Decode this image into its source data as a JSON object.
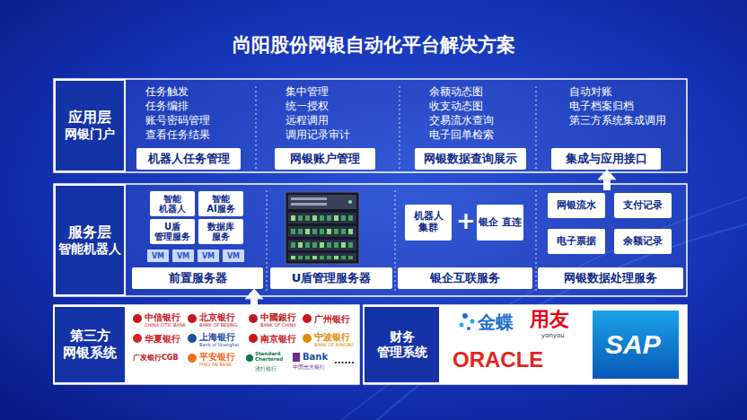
{
  "diagram": {
    "title": "尚阳股份网银自动化平台解决方案",
    "nodes": [
      {
        "text": [
          "应用层",
          "网银门户"
        ]
      },
      {
        "text": [
          "机器人任务管理"
        ]
      },
      {
        "text": [
          "网银账户管理"
        ]
      },
      {
        "text": [
          "网银数据查询展示"
        ]
      },
      {
        "text": [
          "集成与应用接口"
        ]
      },
      {
        "text": [
          "服务层",
          "智能机器人"
        ]
      },
      {
        "text": [
          "前置服务器"
        ]
      },
      {
        "text": [
          "智能 机器人"
        ],
        "in": 6
      },
      {
        "text": [
          "智能 AI服务"
        ],
        "in": 6
      },
      {
        "text": [
          "U盾 管理服务"
        ],
        "in": 6
      },
      {
        "text": [
          "数据库 服务"
        ],
        "in": 6
      },
      {
        "text": [
          "VM"
        ],
        "in": 6
      },
      {
        "text": [
          "VM"
        ],
        "in": 6
      },
      {
        "text": [
          "VM"
        ],
        "in": 6
      },
      {
        "text": [
          "VM"
        ],
        "in": 6
      },
      {
        "text": [
          "U盾管理服务器"
        ]
      },
      {
        "text": [
          "银企互联服务"
        ]
      },
      {
        "text": [
          "机器人 集群"
        ],
        "in": 16
      },
      {
        "text": [
          "银企 直连"
        ],
        "in": 16
      },
      {
        "text": [
          "网银数据处理服务"
        ]
      },
      {
        "text": [
          "网银流水"
        ],
        "in": 19
      },
      {
        "text": [
          "支付记录"
        ],
        "in": 19
      },
      {
        "text": [
          "电子票据"
        ],
        "in": 19
      },
      {
        "text": [
          "余额记录"
        ],
        "in": 19
      },
      {
        "text": [
          "第三方 网银系统"
        ]
      },
      {
        "text": [
          "中信银行",
          "CHINA CITIC BANK",
          "北京银行",
          "BANK OF BEIJING",
          "中國銀行",
          "BANK OF CHINA",
          "广州银行",
          "华夏银行",
          "上海银行",
          "Bank of Shanghai",
          "南京银行",
          "宁波银行",
          "BANK OF NINGBO",
          "广发银行CGB",
          "平安银行",
          "PING AN BANK",
          "Standard Chartered",
          "渣打银行",
          "Bank",
          "中国光大银行",
          "......"
        ]
      },
      {
        "text": [
          "财务 管理系统"
        ]
      },
      {
        "text": [
          "金蝶",
          "用友",
          "yonyou",
          "ORACLE",
          "SAP"
        ]
      }
    ],
    "edges": [
      {
        "from": 25,
        "to": 6,
        "arrow": "to"
      },
      {
        "from": 19,
        "to": 4,
        "arrow": "to"
      }
    ],
    "labels": [
      "任务触发",
      "任务编排",
      "账号密码管理",
      "查看任务结果",
      "集中管理",
      "统一授权",
      "远程调用",
      "调用记录审计",
      "余额动态图",
      "收支动态图",
      "交易流水查询",
      "电子回单检索",
      "自动对账",
      "电子档案归档",
      "第三方系统集成调用",
      "+"
    ]
  }
}
